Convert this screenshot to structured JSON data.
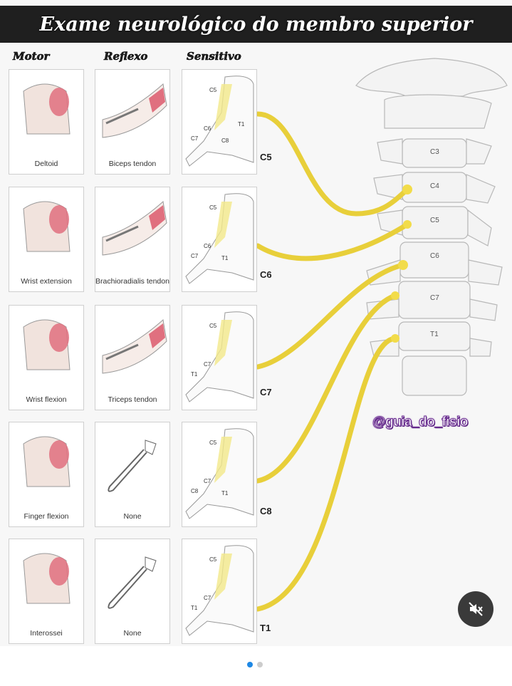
{
  "title": "Exame neurológico do membro superior",
  "columns": {
    "motor": "Motor",
    "reflex": "Reflexo",
    "sensory": "Sensitivo"
  },
  "rows": [
    {
      "root": "C5",
      "motor": "Deltoid",
      "reflex": "Biceps tendon",
      "sensory_labels": [
        "C5",
        "C6",
        "C7",
        "C8",
        "T1"
      ]
    },
    {
      "root": "C6",
      "motor": "Wrist extension",
      "reflex": "Brachioradialis tendon",
      "sensory_labels": [
        "C5",
        "C6",
        "C7",
        "T1"
      ]
    },
    {
      "root": "C7",
      "motor": "Wrist flexion",
      "reflex": "Triceps tendon",
      "sensory_labels": [
        "C5",
        "C7",
        "T1"
      ]
    },
    {
      "root": "C8",
      "motor": "Finger flexion",
      "reflex": "None",
      "sensory_labels": [
        "C5",
        "C7",
        "C8",
        "T1"
      ]
    },
    {
      "root": "T1",
      "motor": "Interossei",
      "reflex": "None",
      "sensory_labels": [
        "C5",
        "C7",
        "T1"
      ]
    }
  ],
  "vertebrae": [
    "C3",
    "C4",
    "C5",
    "C6",
    "C7",
    "T1"
  ],
  "watermark": "@guia_do_fisio",
  "colors": {
    "nerve": "#f2dc4a",
    "muscle": "#e0707f",
    "header": "#1f1f1f",
    "watermark": "#6a2c91",
    "active_dot": "#1e88e5"
  },
  "carousel": {
    "current": 1,
    "total": 2
  },
  "icons": {
    "mute": "speaker-muted-icon"
  }
}
